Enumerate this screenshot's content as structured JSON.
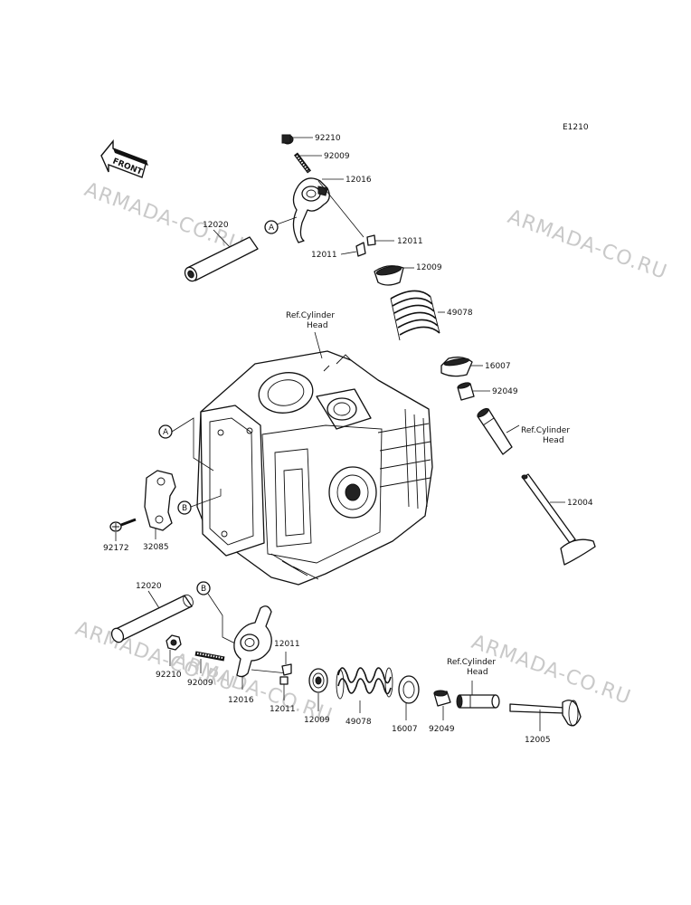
{
  "diagram_code": "E1210",
  "front_label": "FRONT",
  "watermark": "ARMADA-CO.RU",
  "callouts": {
    "a": "A",
    "b": "B"
  },
  "ref_notes": {
    "cylinder_head": [
      "Ref.Cylinder",
      "Head"
    ],
    "valve_guide_upper": [
      "Ref.Cylinder",
      "Head"
    ],
    "valve_guide_lower": [
      "Ref.Cylinder",
      "Head"
    ]
  },
  "parts": {
    "nut_top": "92210",
    "screw_top": "92009",
    "rocker_arm_top": "12016",
    "shaft_top": "12020",
    "cotter_top_left": "12011",
    "cotter_top_right": "12011",
    "retainer_top": "12009",
    "spring_top": "49078",
    "seat_top": "16007",
    "seal_top": "92049",
    "valve_intake": "12004",
    "plate": "32085",
    "screw_plate": "92172",
    "shaft_bottom": "12020",
    "nut_bottom": "92210",
    "screw_bottom": "92009",
    "rocker_arm_bottom": "12016",
    "cotter_bottom_top": "12011",
    "cotter_bottom_bottom": "12011",
    "retainer_bottom": "12009",
    "spring_bottom": "49078",
    "seat_bottom": "16007",
    "seal_bottom": "92049",
    "valve_exhaust": "12005"
  }
}
